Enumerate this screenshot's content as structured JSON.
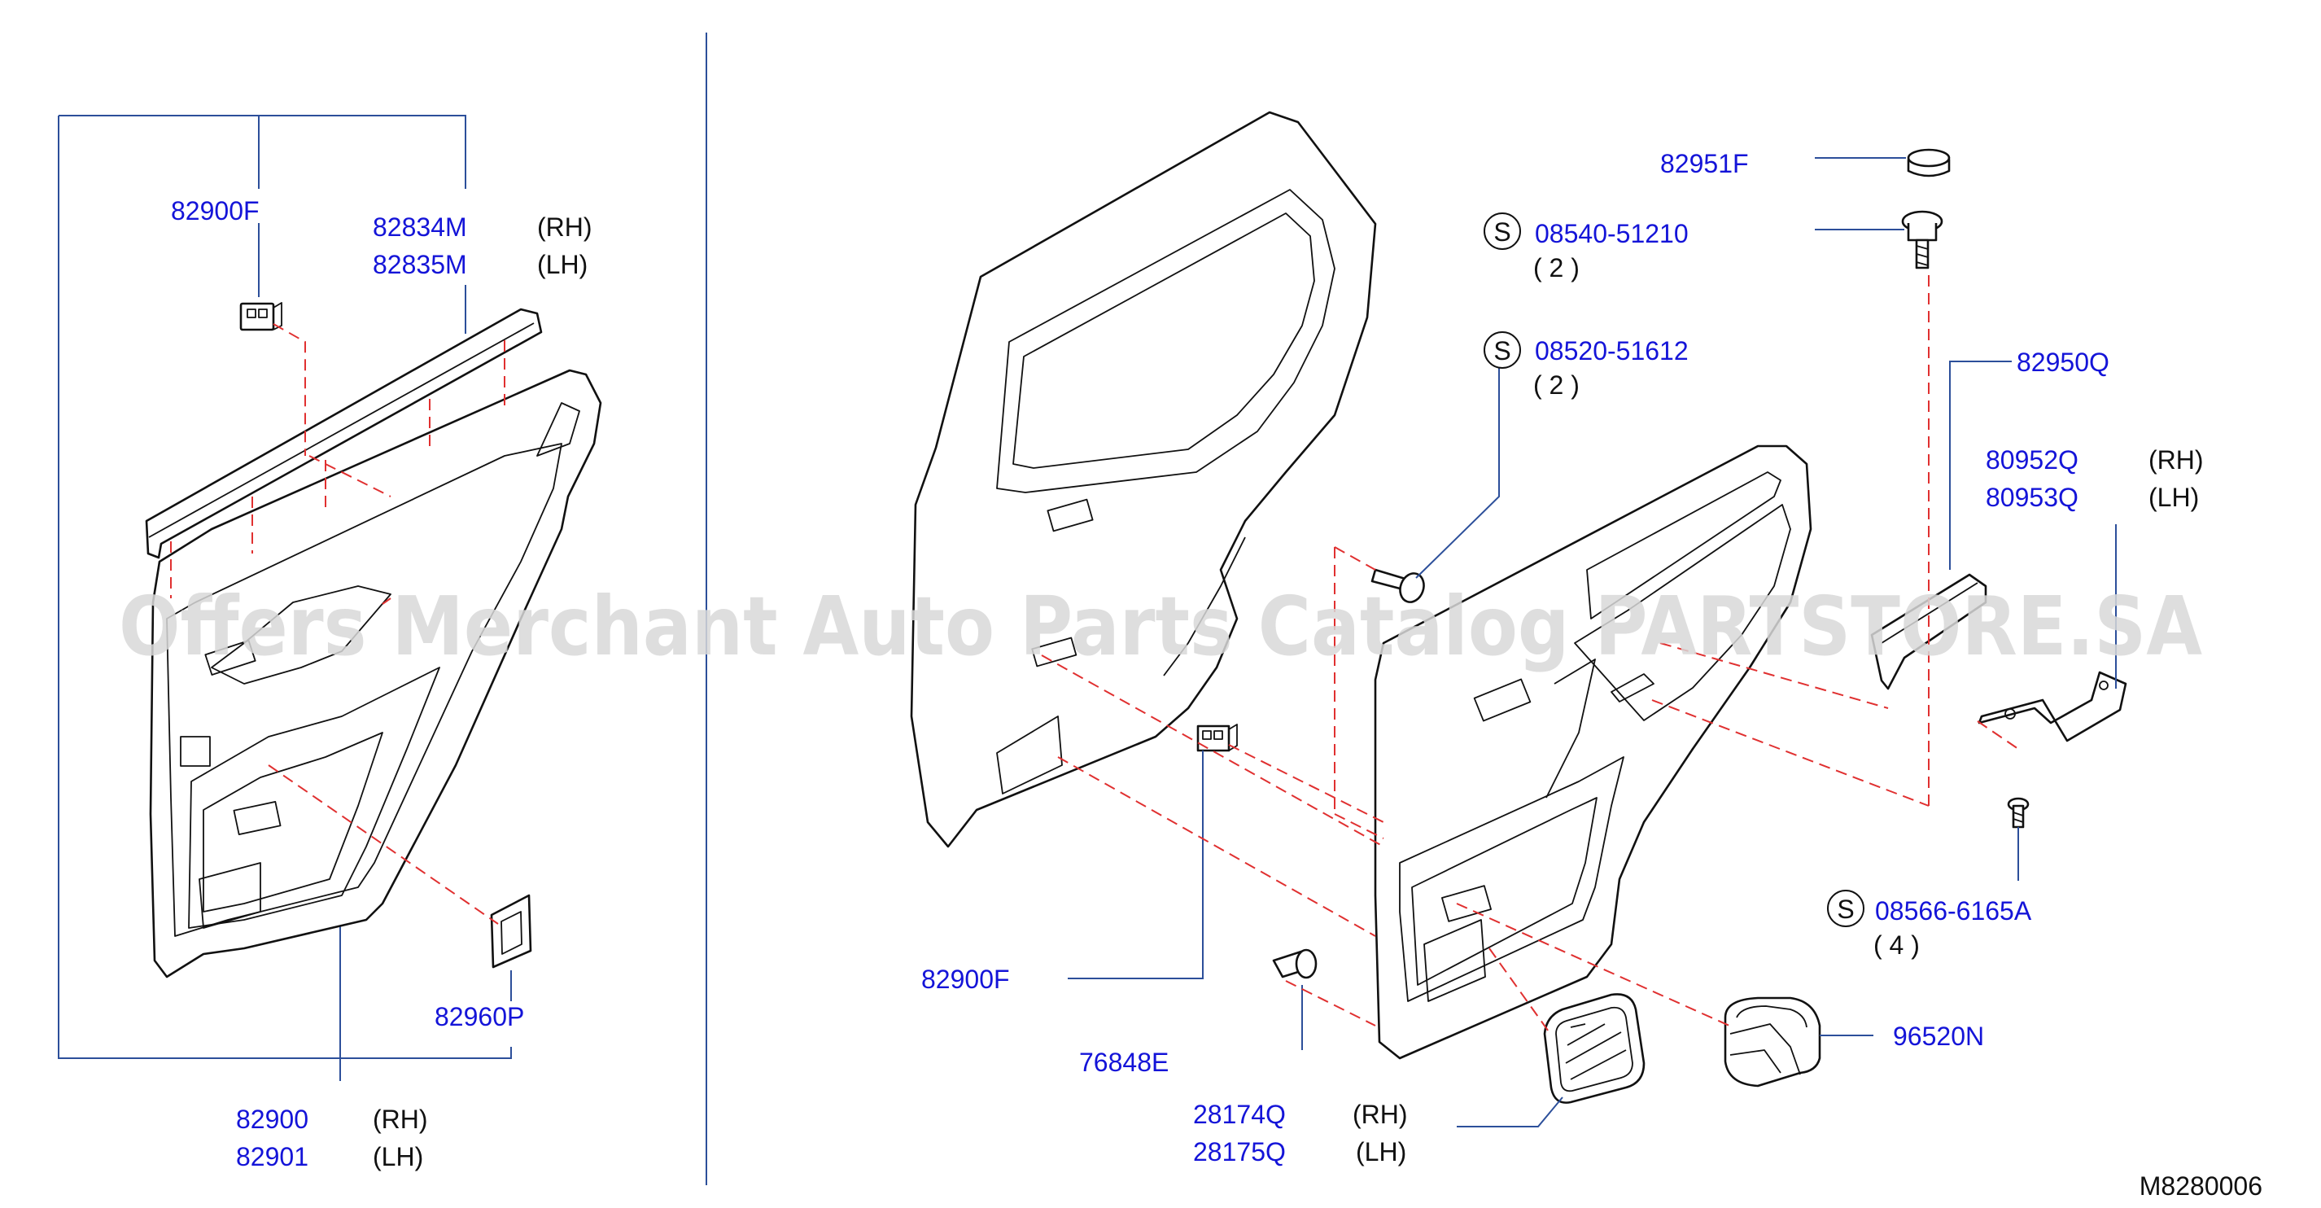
{
  "diagram": {
    "watermark": "Offers Merchant Auto Parts Catalog PARTSTORE.SA",
    "code": "M8280006",
    "labels": {
      "p82900F_left": "82900F",
      "p82834M": "82834M",
      "p82835M": "82835M",
      "rh1": "(RH)",
      "lh1": "(LH)",
      "p82960P": "82960P",
      "p82900": "82900",
      "p82901": "82901",
      "rh2": "(RH)",
      "lh2": "(LH)",
      "p82951F": "82951F",
      "s1": "S",
      "p08540": "08540-51210",
      "q1": "( 2 )",
      "s2": "S",
      "p08520": "08520-51612",
      "q2": "( 2 )",
      "p82950Q": "82950Q",
      "p80952Q": "80952Q",
      "p80953Q": "80953Q",
      "rh3": "(RH)",
      "lh3": "(LH)",
      "s3": "S",
      "p08566": "08566-6165A",
      "q3": "( 4 )",
      "p82900F_right": "82900F",
      "p76848E": "76848E",
      "p96520N": "96520N",
      "p28174Q": "28174Q",
      "p28175Q": "28175Q",
      "rh4": "(RH)",
      "lh4": "(LH)"
    }
  }
}
